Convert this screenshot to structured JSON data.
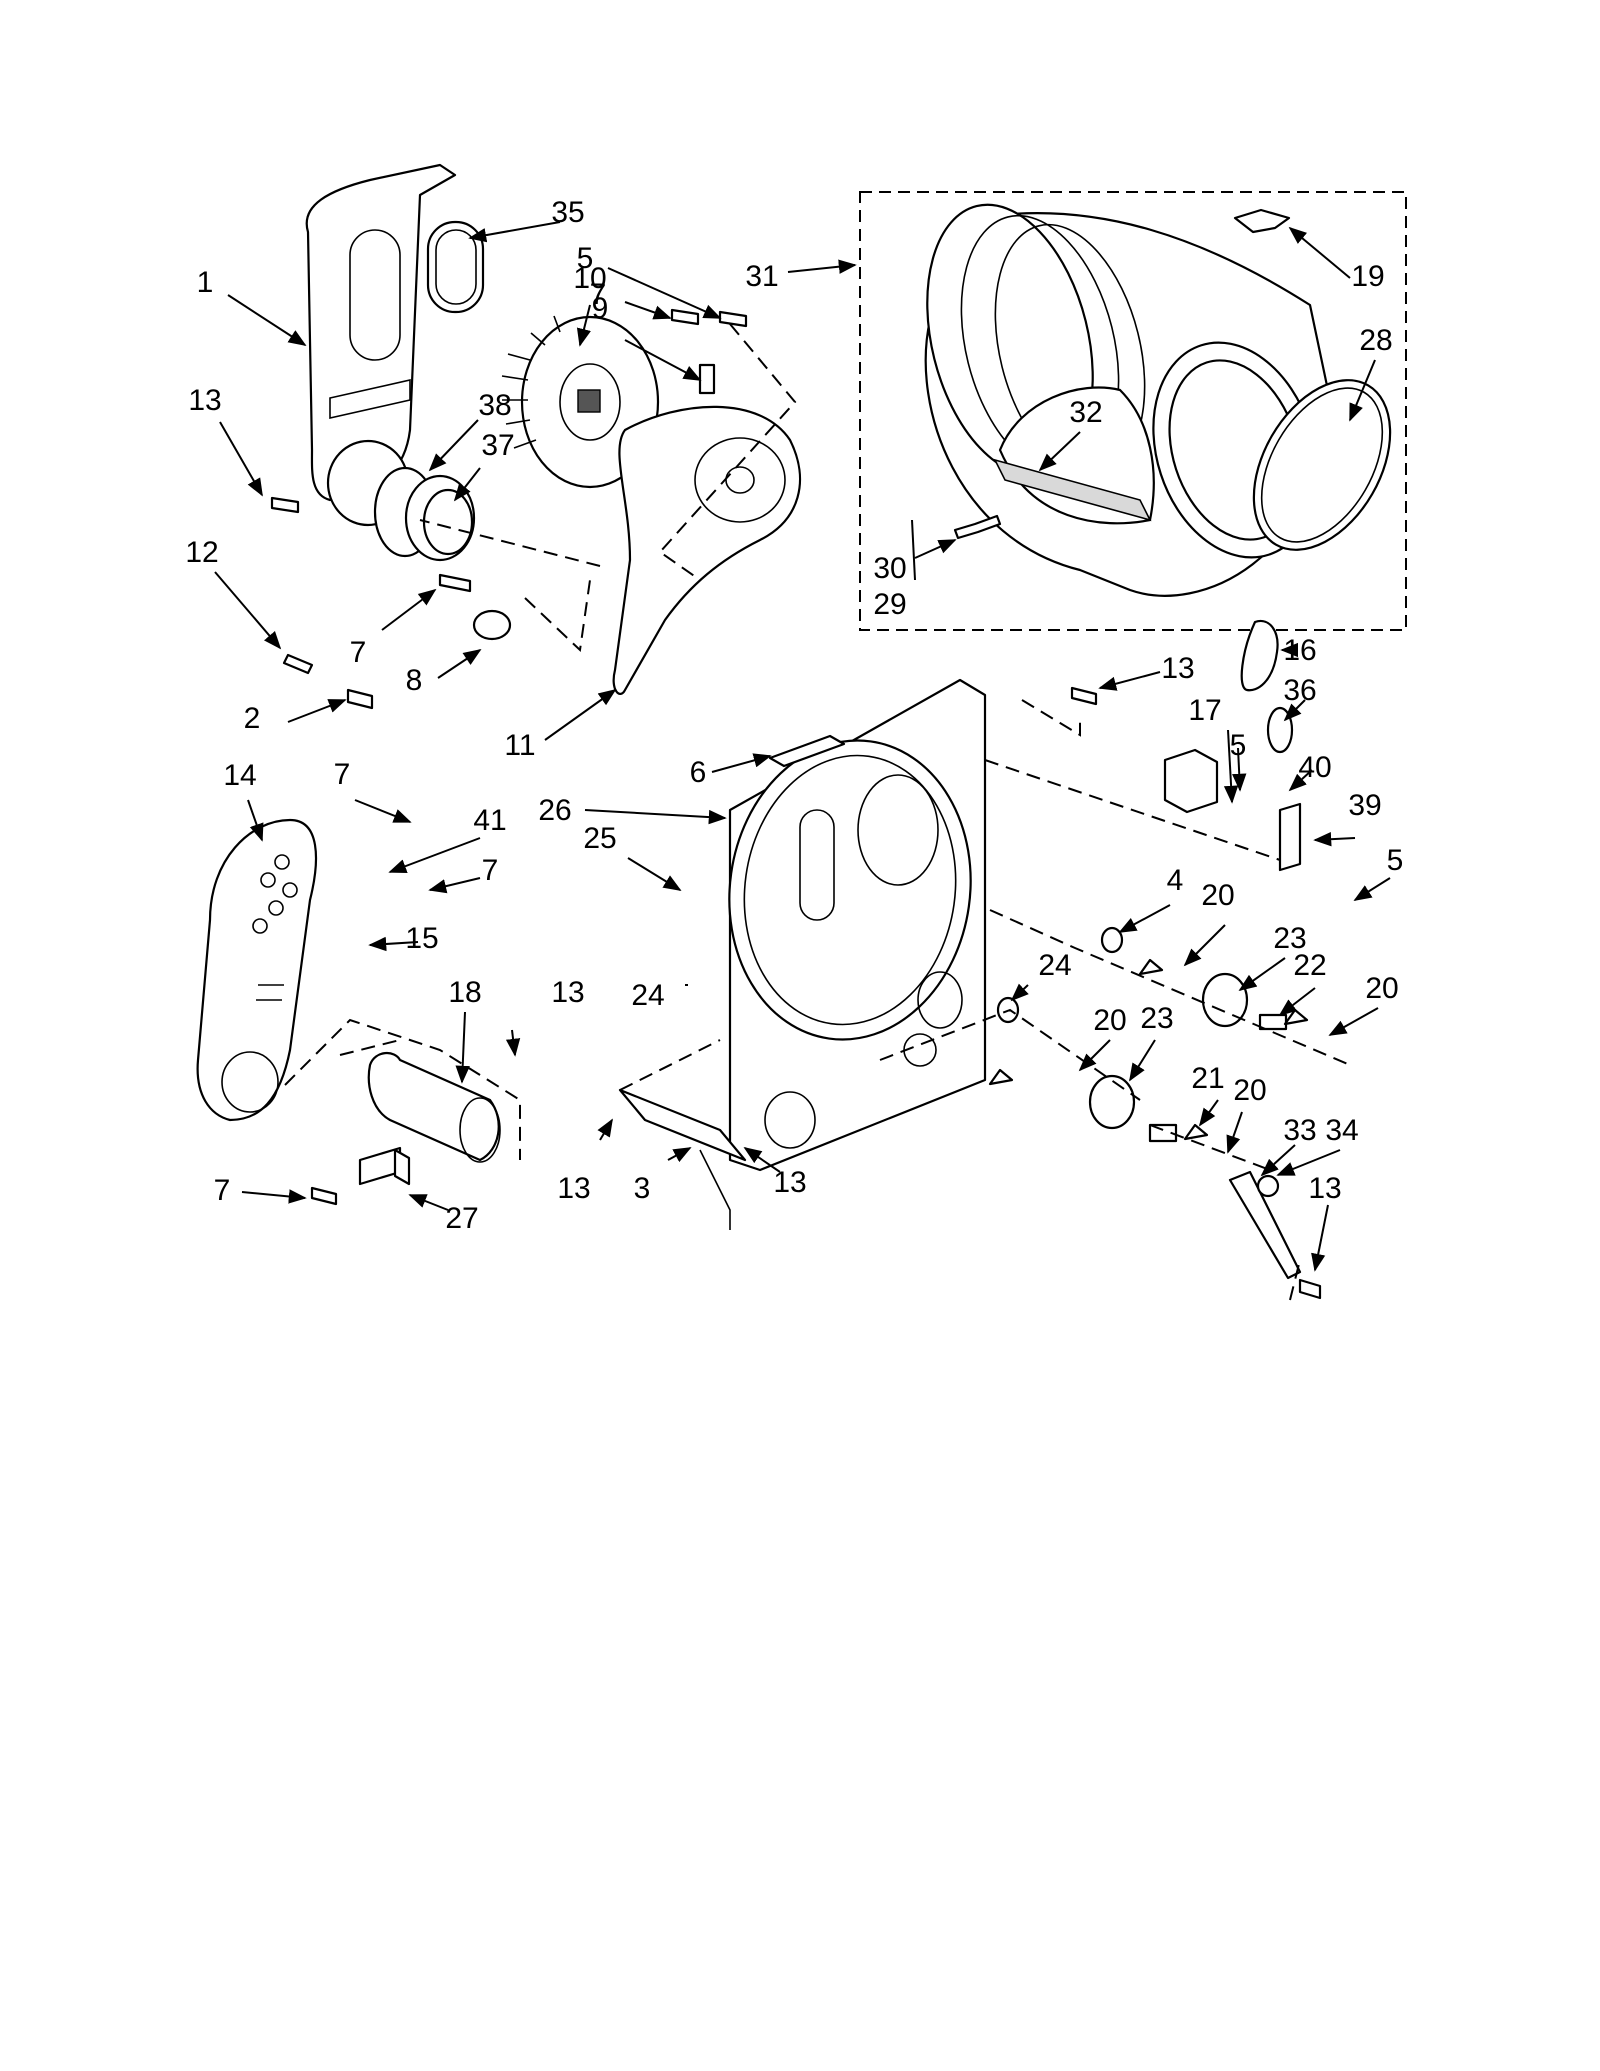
{
  "callouts": [
    {
      "text": "1"
    },
    {
      "text": "35"
    },
    {
      "text": "5"
    },
    {
      "text": "7"
    },
    {
      "text": "9"
    },
    {
      "text": "10"
    },
    {
      "text": "13"
    },
    {
      "text": "38"
    },
    {
      "text": "37"
    },
    {
      "text": "12"
    },
    {
      "text": "7"
    },
    {
      "text": "8"
    },
    {
      "text": "2"
    },
    {
      "text": "11"
    },
    {
      "text": "31"
    },
    {
      "text": "19"
    },
    {
      "text": "28"
    },
    {
      "text": "32"
    },
    {
      "text": "30"
    },
    {
      "text": "29"
    },
    {
      "text": "13"
    },
    {
      "text": "16"
    },
    {
      "text": "36"
    },
    {
      "text": "17"
    },
    {
      "text": "5"
    },
    {
      "text": "40"
    },
    {
      "text": "39"
    },
    {
      "text": "5"
    },
    {
      "text": "6"
    },
    {
      "text": "26"
    },
    {
      "text": "25"
    },
    {
      "text": "4"
    },
    {
      "text": "20"
    },
    {
      "text": "23"
    },
    {
      "text": "22"
    },
    {
      "text": "20"
    },
    {
      "text": "24"
    },
    {
      "text": "20"
    },
    {
      "text": "23"
    },
    {
      "text": "24"
    },
    {
      "text": "21"
    },
    {
      "text": "20"
    },
    {
      "text": "33"
    },
    {
      "text": "34"
    },
    {
      "text": "13"
    },
    {
      "text": "14"
    },
    {
      "text": "7"
    },
    {
      "text": "41"
    },
    {
      "text": "7"
    },
    {
      "text": "15"
    },
    {
      "text": "18"
    },
    {
      "text": "13"
    },
    {
      "text": "13"
    },
    {
      "text": "3"
    },
    {
      "text": "13"
    },
    {
      "text": "7"
    },
    {
      "text": "27"
    }
  ]
}
